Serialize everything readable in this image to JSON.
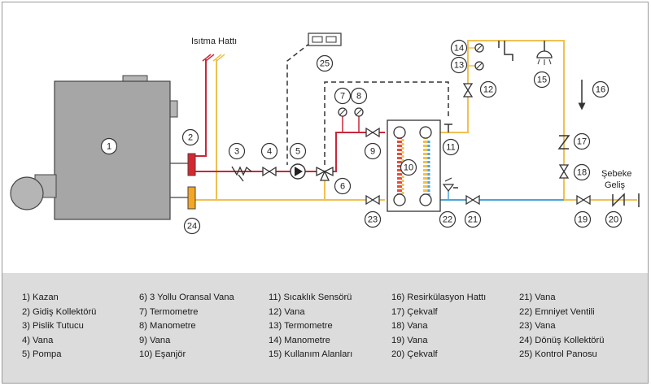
{
  "labels": {
    "heating_line": "Isıtma Hattı",
    "mains_inlet_1": "Şebeke",
    "mains_inlet_2": "Geliş"
  },
  "callouts": [
    "1",
    "2",
    "3",
    "4",
    "5",
    "6",
    "7",
    "8",
    "9",
    "10",
    "11",
    "12",
    "13",
    "14",
    "15",
    "16",
    "17",
    "18",
    "19",
    "20",
    "21",
    "22",
    "23",
    "24",
    "25"
  ],
  "legend": {
    "col1": [
      "1) Kazan",
      "2) Gidiş Kollektörü",
      "3) Pislik Tutucu",
      "4) Vana",
      "5) Pompa"
    ],
    "col2": [
      "6) 3 Yollu Oransal Vana",
      "7) Termometre",
      "8) Manometre",
      "9) Vana",
      "10) Eşanjör"
    ],
    "col3": [
      "11) Sıcaklık Sensörü",
      "12) Vana",
      "13) Termometre",
      "14) Manometre",
      "15) Kullanım Alanları"
    ],
    "col4": [
      "16) Resirkülasyon Hattı",
      "17) Çekvalf",
      "18) Vana",
      "19) Vana",
      "20) Çekvalf"
    ],
    "col5": [
      "21) Vana",
      "22) Emniyet Ventili",
      "23) Vana",
      "24) Dönüş Kollektörü",
      "25) Kontrol Panosu"
    ]
  },
  "colors": {
    "hot": "#c8283a",
    "return": "#f0c050",
    "cold": "#4aa6d8",
    "boiler": "#a6a6a6",
    "legend_bg": "#dcdcdc"
  }
}
